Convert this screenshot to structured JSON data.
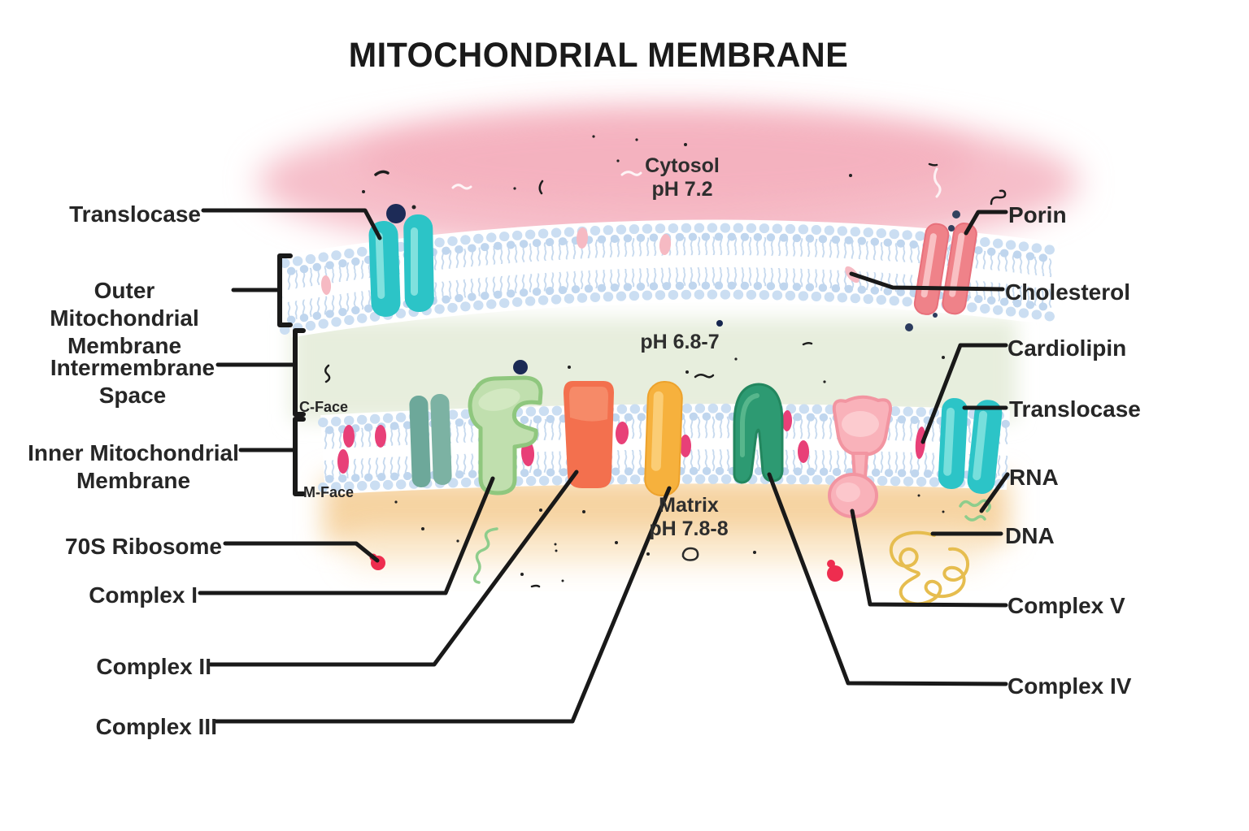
{
  "title": "MITOCHONDRIAL MEMBRANE",
  "left_labels": [
    {
      "text": "Translocase"
    },
    {
      "text": "Outer Mitochondrial Membrane"
    },
    {
      "text": "Intermembrane Space"
    },
    {
      "text": "Inner Mitochondrial Membrane"
    },
    {
      "text": "70S Ribosome"
    },
    {
      "text": "Complex I"
    },
    {
      "text": "Complex II"
    },
    {
      "text": "Complex III"
    }
  ],
  "right_labels": [
    {
      "text": "Porin"
    },
    {
      "text": "Cholesterol"
    },
    {
      "text": "Cardiolipin"
    },
    {
      "text": "Translocase"
    },
    {
      "text": "RNA"
    },
    {
      "text": "DNA"
    },
    {
      "text": "Complex V"
    },
    {
      "text": "Complex IV"
    }
  ],
  "regions": {
    "cytosol": "Cytosol",
    "cytosol_ph": "pH 7.2",
    "intermembrane_ph": "pH 6.8-7",
    "matrix": "Matrix",
    "matrix_ph": "pH 7.8-8",
    "c_face": "C-Face",
    "m_face": "M-Face"
  },
  "colors": {
    "translocase_teal": "#2cc4c7",
    "porin_salmon": "#ef8289",
    "complex1_green": "#c0dfae",
    "complex2_orange": "#f3704e",
    "complex3_yellow": "#f6b13d",
    "complex4_dark_green": "#2d9a72",
    "complex5_pink": "#f9b2ba",
    "cardiolipin_magenta": "#e84078",
    "cholesterol_pink": "#f6bac3",
    "ribosome_red": "#ee2d4f",
    "dna_yellow": "#e6bd4f",
    "rna_green": "#8ecd8c",
    "lipid_head_blue": "#cbdef2",
    "cytosol_pink": "#f6bec9",
    "intermembrane_green": "#e7eedd",
    "matrix_orange": "#f6d3a0"
  }
}
